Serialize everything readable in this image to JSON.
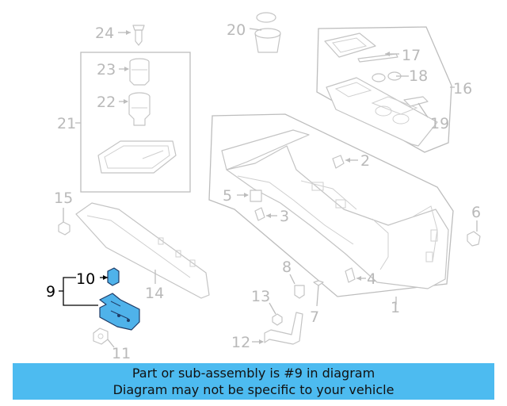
{
  "callouts": {
    "c1": "1",
    "c2": "2",
    "c3": "3",
    "c4": "4",
    "c5": "5",
    "c6": "6",
    "c7": "7",
    "c8": "8",
    "c9": "9",
    "c10": "10",
    "c11": "11",
    "c12": "12",
    "c13": "13",
    "c14": "14",
    "c15": "15",
    "c16": "16",
    "c17": "17",
    "c18": "18",
    "c19": "19",
    "c20": "20",
    "c21": "21",
    "c22": "22",
    "c23": "23",
    "c24": "24"
  },
  "highlight_color": "#4fb2ea",
  "footer": {
    "line1": "Part or sub-assembly is #9 in diagram",
    "line2": "Diagram may not be specific to your vehicle",
    "background": "#4dbbf0"
  }
}
